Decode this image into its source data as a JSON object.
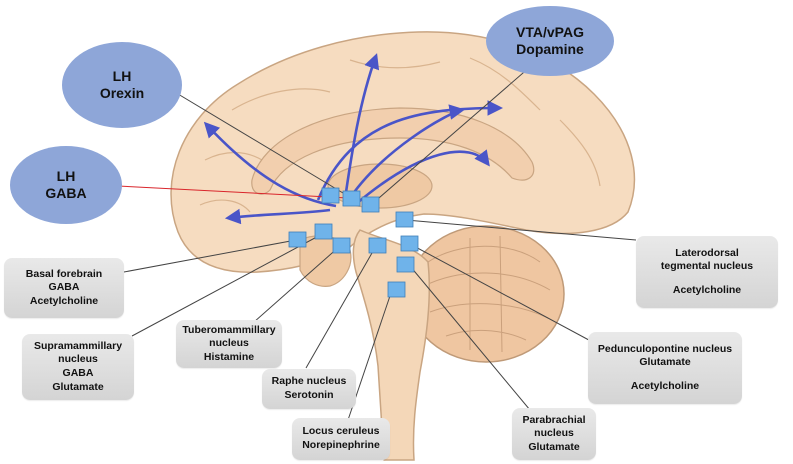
{
  "colors": {
    "oval_fill": "#8ea6d8",
    "node_fill": "#6fb3ea",
    "pathway": "#4a55c8",
    "brain_fill": "#f6dcc0",
    "connector": "#444444",
    "gaba_connector": "#d9252b"
  },
  "ovals": {
    "lh_orexin": {
      "line1": "LH",
      "line2": "Orexin"
    },
    "vta_dopamine": {
      "line1": "VTA/vPAG",
      "line2": "Dopamine"
    },
    "lh_gaba": {
      "line1": "LH",
      "line2": "GABA"
    }
  },
  "boxes": {
    "basal_forebrain": {
      "line1": "Basal forebrain",
      "line2": "GABA",
      "line3": "Acetylcholine"
    },
    "supramammillary": {
      "line1": "Supramammillary",
      "line2": "nucleus",
      "line3": "GABA",
      "line4": "Glutamate"
    },
    "tuberomammillary": {
      "line1": "Tuberomammillary",
      "line2": "nucleus",
      "line3": "Histamine"
    },
    "raphe": {
      "line1": "Raphe nucleus",
      "line2": "Serotonin"
    },
    "locus_ceruleus": {
      "line1": "Locus ceruleus",
      "line2": "Norepinephrine"
    },
    "parabrachial": {
      "line1": "Parabrachial",
      "line2": "nucleus",
      "line3": "Glutamate"
    },
    "pedunculopontine": {
      "line1": "Pedunculopontine nucleus",
      "line2": "Glutamate",
      "line3": "Acetylcholine"
    },
    "laterodorsal": {
      "line1": "Laterodorsal",
      "line2": "tegmental nucleus",
      "line3": "Acetylcholine"
    }
  }
}
